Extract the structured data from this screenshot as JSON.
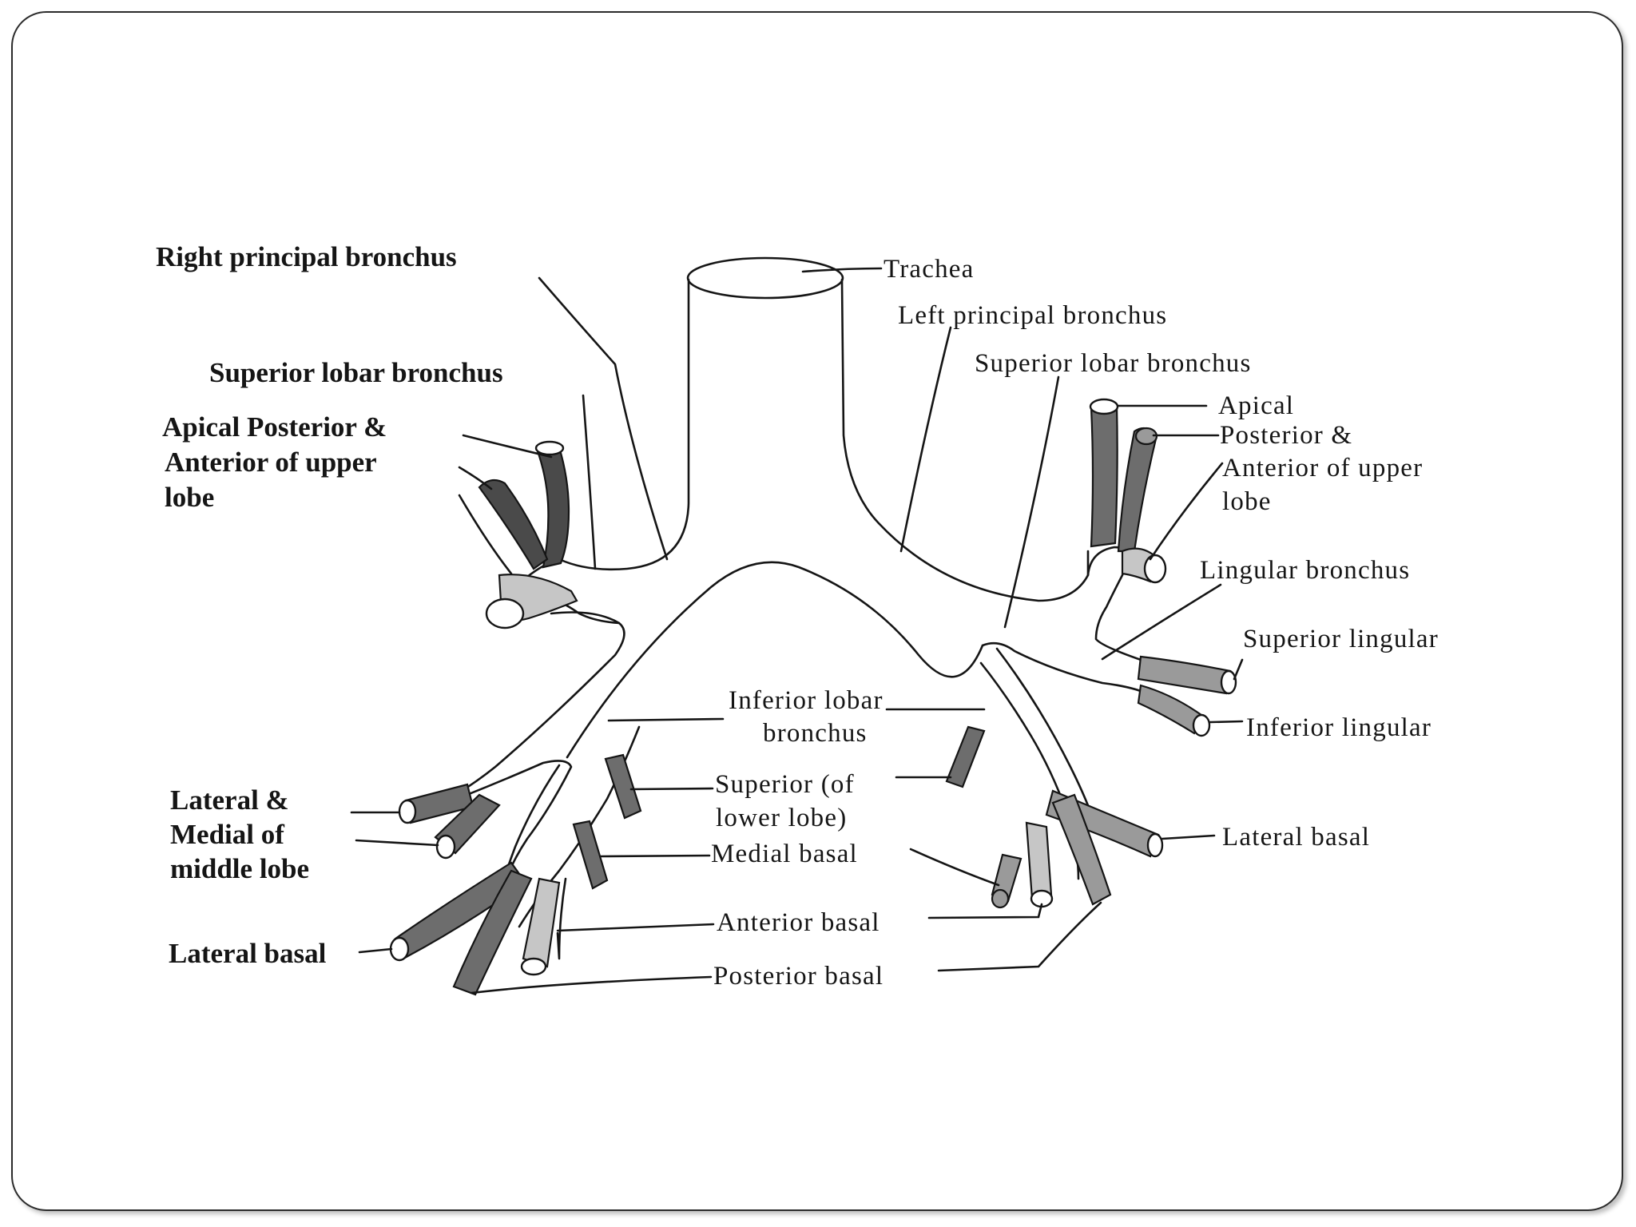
{
  "diagram": {
    "labels": {
      "right_principal_bronchus": "Right principal bronchus",
      "superior_lobar_bronchus_right": "Superior lobar bronchus",
      "apical_right_line1": "Apical Posterior &",
      "apical_right_line2": "Anterior of upper",
      "apical_right_line3": "lobe",
      "trachea": "Trachea",
      "left_principal_bronchus": "Left principal bronchus",
      "superior_lobar_bronchus_left": "Superior lobar bronchus",
      "apical_left": "Apical",
      "posterior_left": "Posterior &",
      "anterior_left_line1": "Anterior of upper",
      "anterior_left_line2": "lobe",
      "lingular_bronchus": "Lingular bronchus",
      "superior_lingular": "Superior lingular",
      "inferior_lingular": "Inferior lingular",
      "inferior_lobar_line1": "Inferior lobar",
      "inferior_lobar_line2": "bronchus",
      "superior_lower_line1": "Superior (of",
      "superior_lower_line2": "lower lobe)",
      "medial_basal": "Medial basal",
      "anterior_basal": "Anterior basal",
      "posterior_basal": "Posterior basal",
      "lateral_basal_left": "Lateral basal",
      "lateral_basal_right": "Lateral basal",
      "middle_lobe_line1": "Lateral &",
      "middle_lobe_line2": "Medial of",
      "middle_lobe_line3": "middle lobe"
    }
  }
}
